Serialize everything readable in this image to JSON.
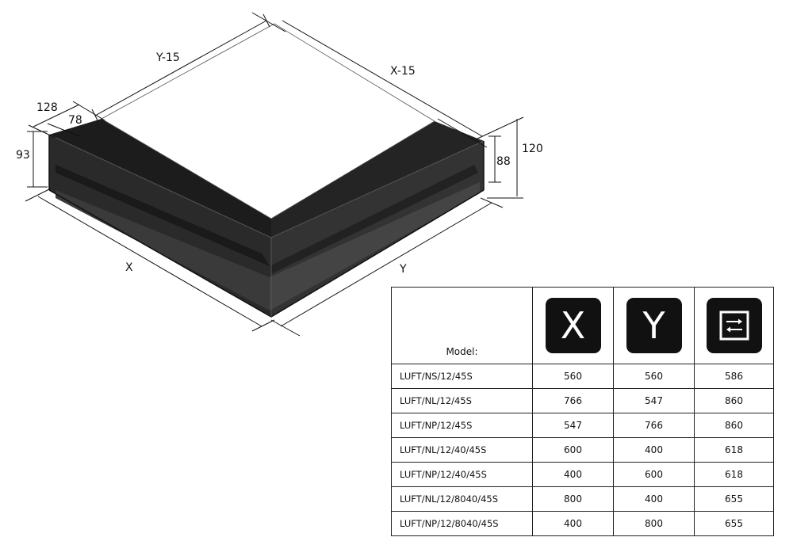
{
  "drawing": {
    "labels": {
      "y15": "Y-15",
      "x15": "X-15",
      "d128": "128",
      "d78": "78",
      "d93": "93",
      "d120": "120",
      "d88": "88",
      "x": "X",
      "y": "Y"
    }
  },
  "table": {
    "model_header": "Model:",
    "col_x": "X",
    "col_y": "Y",
    "col_third_icon": "frame-arrows-icon",
    "rows": [
      {
        "model": "LUFT/NS/12/45S",
        "x": "560",
        "y": "560",
        "z": "586"
      },
      {
        "model": "LUFT/NL/12/45S",
        "x": "766",
        "y": "547",
        "z": "860"
      },
      {
        "model": "LUFT/NP/12/45S",
        "x": "547",
        "y": "766",
        "z": "860"
      },
      {
        "model": "LUFT/NL/12/40/45S",
        "x": "600",
        "y": "400",
        "z": "618"
      },
      {
        "model": "LUFT/NP/12/40/45S",
        "x": "400",
        "y": "600",
        "z": "618"
      },
      {
        "model": "LUFT/NL/12/8040/45S",
        "x": "800",
        "y": "400",
        "z": "655"
      },
      {
        "model": "LUFT/NP/12/8040/45S",
        "x": "400",
        "y": "800",
        "z": "655"
      }
    ]
  }
}
